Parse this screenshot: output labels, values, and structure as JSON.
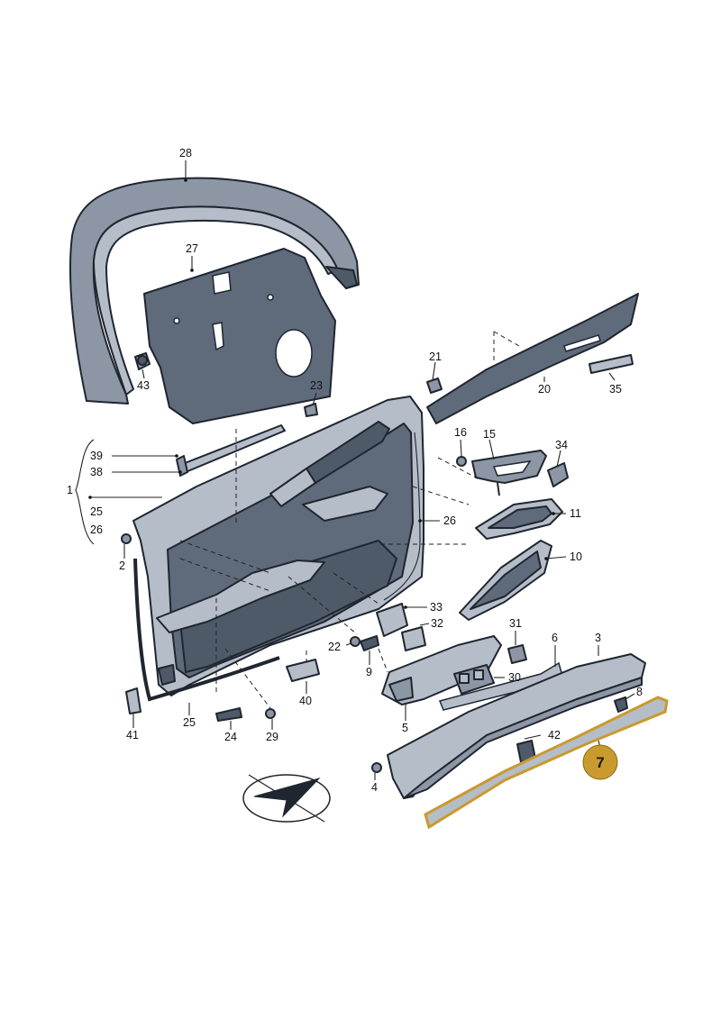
{
  "diagram": {
    "labels": [
      "28",
      "27",
      "43",
      "23",
      "21",
      "20",
      "35",
      "39",
      "38",
      "1",
      "25",
      "26",
      "2",
      "16",
      "15",
      "34",
      "26",
      "11",
      "10",
      "33",
      "32",
      "22",
      "9",
      "31",
      "6",
      "3",
      "40",
      "30",
      "5",
      "8",
      "41",
      "25",
      "24",
      "29",
      "42",
      "4"
    ],
    "highlight": {
      "number": "7",
      "color": "#c99a2e"
    },
    "part_color": "#5f6b7b",
    "trim_color": "#b5bdc8",
    "north_arrow": "north-arrow-icon"
  }
}
